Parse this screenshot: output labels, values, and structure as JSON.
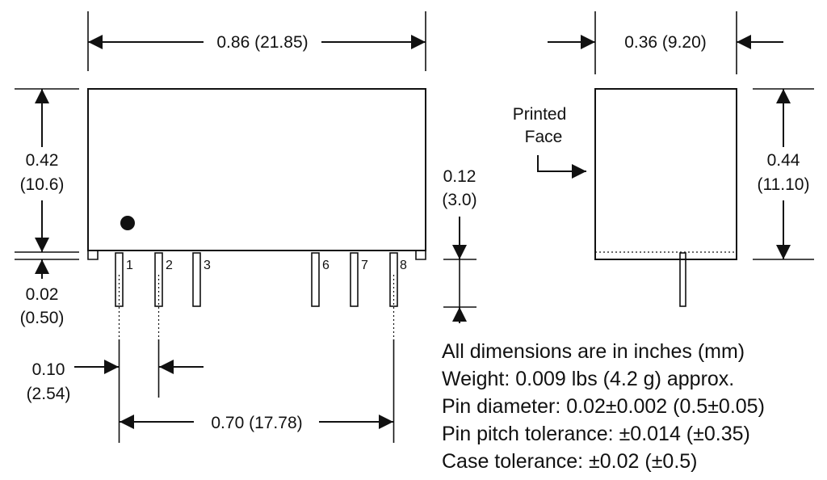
{
  "colors": {
    "line": "#111111",
    "background": "#ffffff"
  },
  "front_view": {
    "overall_width": "0.86 (21.85)",
    "body_height_in": "0.42",
    "body_height_mm": "(10.6)",
    "standoff_in": "0.02",
    "standoff_mm": "(0.50)",
    "pin_length_in": "0.12",
    "pin_length_mm": "(3.0)",
    "pitch_in": "0.10",
    "pitch_mm": "(2.54)",
    "pin_span": "0.70 (17.78)",
    "pins": [
      "1",
      "2",
      "3",
      "6",
      "7",
      "8"
    ]
  },
  "side_view": {
    "width": "0.36 (9.20)",
    "height_in": "0.44",
    "height_mm": "(11.10)",
    "printed_face_line1": "Printed",
    "printed_face_line2": "Face"
  },
  "notes": [
    "All dimensions are in inches (mm)",
    "Weight: 0.009 lbs (4.2 g) approx.",
    "Pin diameter: 0.02±0.002 (0.5±0.05)",
    "Pin pitch tolerance: ±0.014 (±0.35)",
    "Case tolerance: ±0.02 (±0.5)"
  ]
}
